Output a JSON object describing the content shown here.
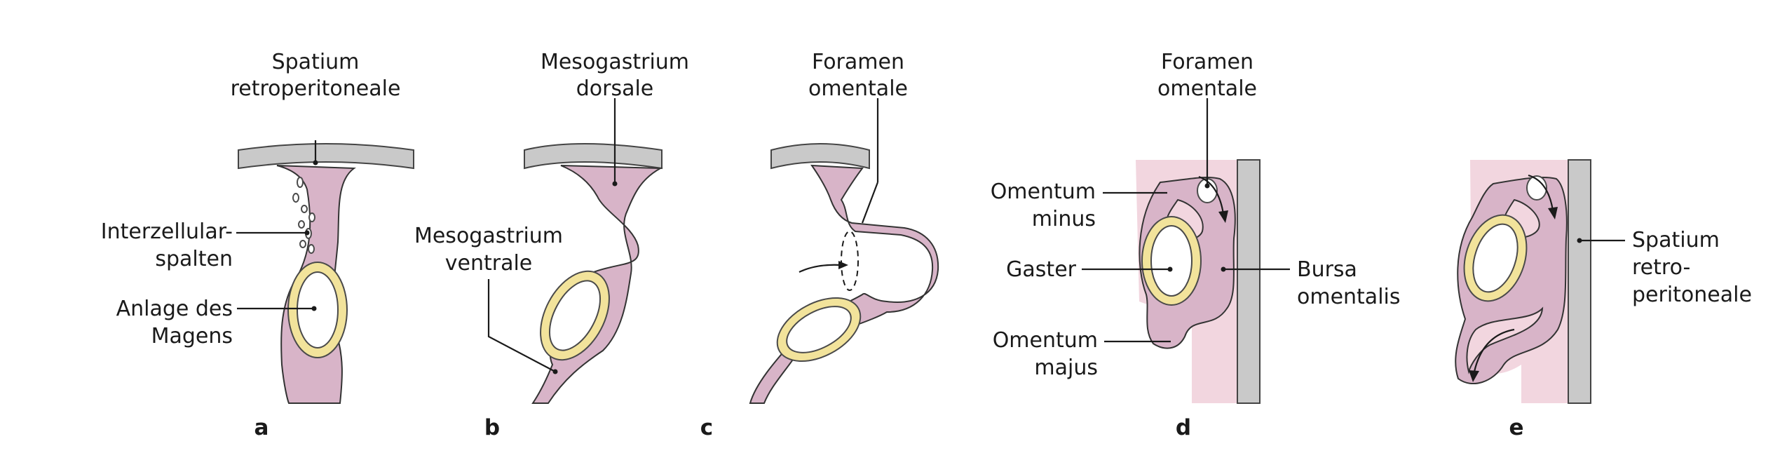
{
  "colors": {
    "tissue": "#d8b4c8",
    "bursa": "#f2d6df",
    "stomach_wall": "#f2e39b",
    "wall": "#c9c9c9",
    "outline": "#333333"
  },
  "panels": {
    "a": {
      "letter": "a",
      "label_top_1": "Spatium",
      "label_top_2": "retroperitoneale",
      "label_mid_1": "Interzellular-",
      "label_mid_2": "spalten",
      "label_low_1": "Anlage des",
      "label_low_2": "Magens"
    },
    "b": {
      "letter": "b",
      "label_top_1": "Mesogastrium",
      "label_top_2": "dorsale",
      "label_left_1": "Mesogastrium",
      "label_left_2": "ventrale"
    },
    "c": {
      "letter": "c",
      "label_top_1": "Foramen",
      "label_top_2": "omentale"
    },
    "d": {
      "letter": "d",
      "label_top_1": "Foramen",
      "label_top_2": "omentale",
      "label_minus_1": "Omentum",
      "label_minus_2": "minus",
      "label_gaster": "Gaster",
      "label_majus_1": "Omentum",
      "label_majus_2": "majus",
      "label_bursa_1": "Bursa",
      "label_bursa_2": "omentalis"
    },
    "e": {
      "letter": "e",
      "label_right_1": "Spatium",
      "label_right_2": "retro-",
      "label_right_3": "peritoneale"
    }
  }
}
